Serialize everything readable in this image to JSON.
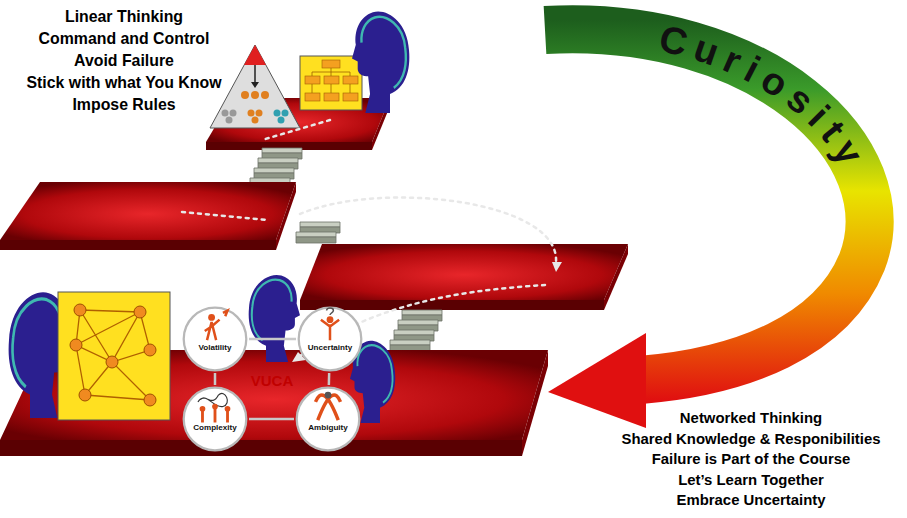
{
  "diagram": {
    "nodes": [
      {
        "text": [
          "Volatility"
        ]
      },
      {
        "text": [
          "Uncertainty"
        ]
      },
      {
        "text": [
          "Complexity"
        ]
      },
      {
        "text": [
          "Ambiguity"
        ]
      }
    ],
    "edges": [
      {
        "from": 0,
        "to": 1,
        "arrow": "none"
      },
      {
        "from": 1,
        "to": 3,
        "arrow": "none"
      },
      {
        "from": 3,
        "to": 2,
        "arrow": "none"
      },
      {
        "from": 2,
        "to": 0,
        "arrow": "none"
      }
    ],
    "labels": [
      "Linear Thinking",
      "Command and Control",
      "Avoid Failure",
      "Stick with what You Know",
      "Impose Rules",
      "Curiosity",
      "VUCA",
      "Networked Thinking",
      "Shared Knowledge & Responibilities",
      "Failure is Part of the Course",
      "Let’s Learn Together",
      "Embrace Uncertainty"
    ]
  }
}
